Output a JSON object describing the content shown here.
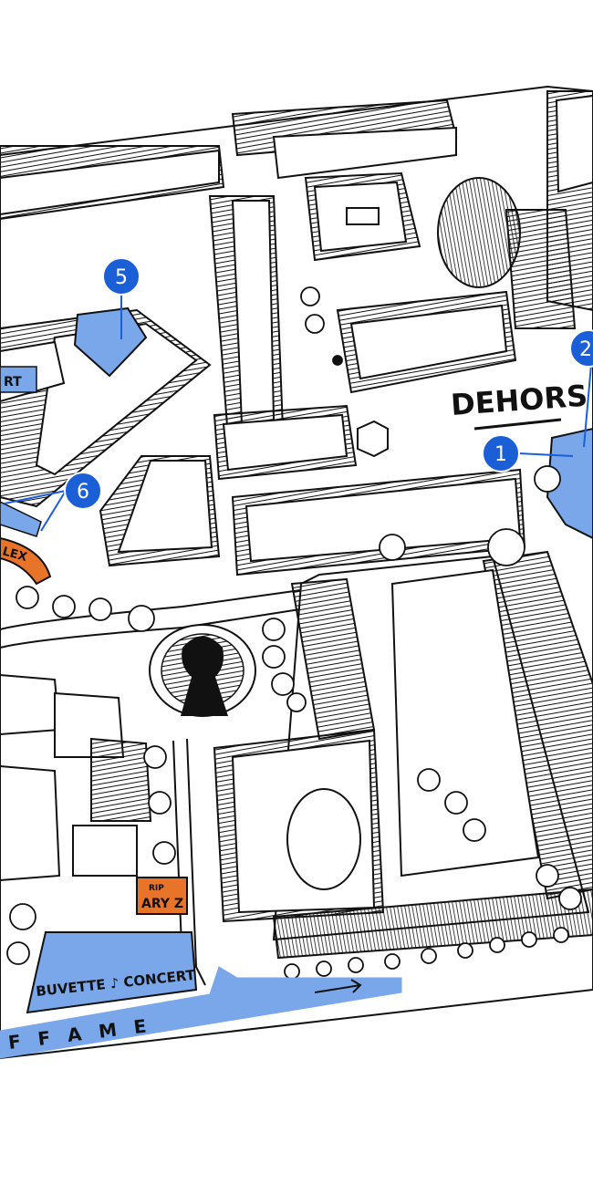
{
  "labels": {
    "dehors": "DEHORS",
    "buvette_concert": "BUVETTE ♪ CONCERT",
    "fame": "F   F A M E",
    "lex": "LEX",
    "art_partial": "RT",
    "rip_top": "RIP",
    "ary_z": "ARY Z"
  },
  "markers": [
    {
      "id": "1",
      "label": "1"
    },
    {
      "id": "2",
      "label": "2"
    },
    {
      "id": "5",
      "label": "5"
    },
    {
      "id": "6",
      "label": "6"
    }
  ],
  "colors": {
    "highlight_blue": "#7aa7ea",
    "marker_blue": "#1a5fd6",
    "orange": "#e8742a",
    "ink": "#111111",
    "paper": "#ffffff"
  }
}
